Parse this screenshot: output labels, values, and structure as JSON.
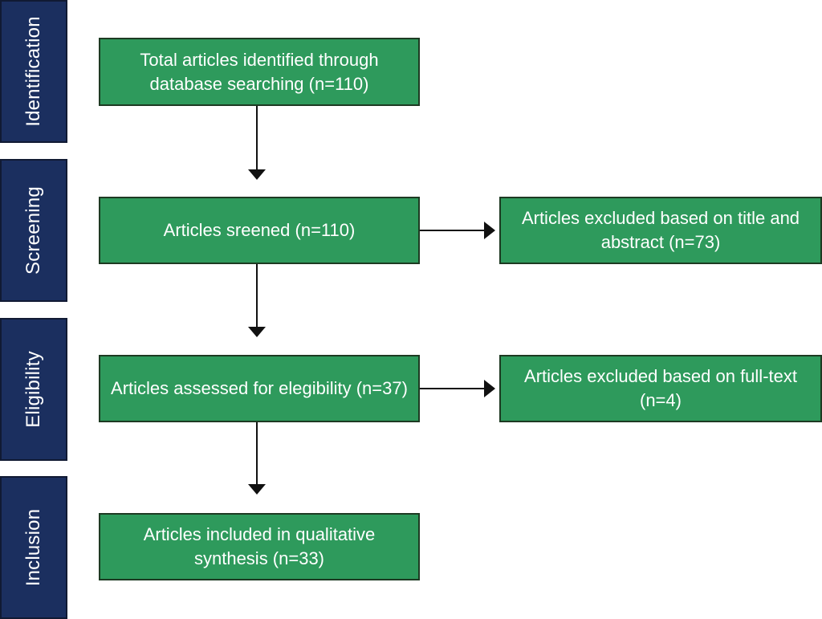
{
  "colors": {
    "phase_fill": "#1b2f5f",
    "box_fill": "#2e9a5c",
    "box_border": "#1d3a22",
    "arrow": "#111111",
    "text": "#ffffff"
  },
  "phases": [
    {
      "label": "Identification"
    },
    {
      "label": "Screening"
    },
    {
      "label": "Eligibility"
    },
    {
      "label": "Inclusion"
    }
  ],
  "boxes": {
    "identified": "Total articles identified through database searching (n=110)",
    "screened": "Articles sreened (n=110)",
    "excluded_title": "Articles excluded based on title and abstract (n=73)",
    "assessed": "Articles assessed for elegibility (n=37)",
    "excluded_fulltext": "Articles excluded based on full-text (n=4)",
    "included": "Articles included in qualitative synthesis (n=33)"
  }
}
